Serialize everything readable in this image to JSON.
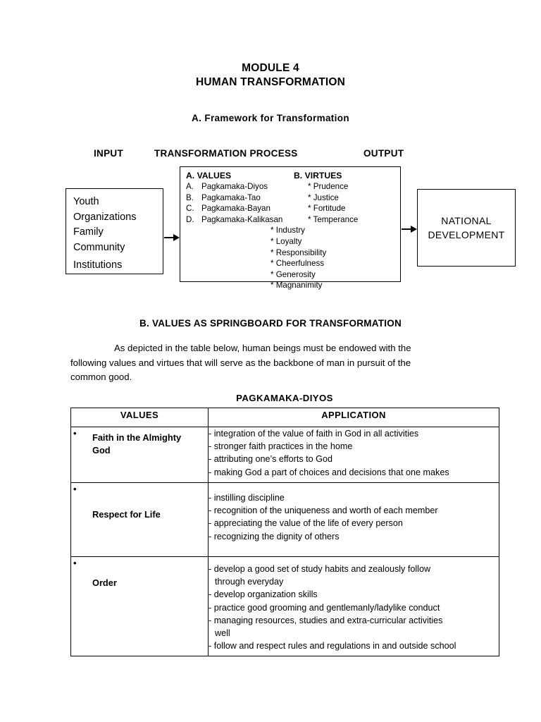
{
  "document": {
    "module_line": "MODULE 4",
    "subject_line": "HUMAN TRANSFORMATION"
  },
  "section_a": {
    "heading": "A.  Framework for Transformation",
    "flow_labels": {
      "input": "INPUT",
      "process": "TRANSFORMATION PROCESS",
      "output": "OUTPUT"
    },
    "input_box": {
      "lines": [
        "Youth",
        "Organizations",
        "Family",
        "Community",
        "Institutions"
      ]
    },
    "process_box": {
      "values_heading": "A. VALUES",
      "virtues_heading": "B. VIRTUES",
      "values": [
        {
          "letter": "A.",
          "text": "Pagkamaka-Diyos"
        },
        {
          "letter": "B.",
          "text": "Pagkamaka-Tao"
        },
        {
          "letter": "C.",
          "text": "Pagkamaka-Bayan"
        },
        {
          "letter": "D.",
          "text": "Pagkamaka-Kalikasan"
        }
      ],
      "virtues_aligned": [
        "*  Prudence",
        "* Justice",
        "* Fortitude",
        "* Temperance"
      ],
      "virtues_extra": [
        "* Industry",
        "* Loyalty",
        "* Responsibility",
        "* Cheerfulness",
        "* Generosity",
        "* Magnanimity"
      ]
    },
    "output_box": {
      "line1": "NATIONAL",
      "line2": "DEVELOPMENT"
    }
  },
  "section_b": {
    "heading": "B. VALUES AS SPRINGBOARD FOR TRANSFORMATION",
    "paragraph": "As depicted in the table below, human beings must be endowed with the following values and virtues that will serve as the backbone of man in pursuit of the common good.",
    "table_title": "PAGKAMAKA-DIYOS",
    "table": {
      "headers": [
        "VALUES",
        "APPLICATION"
      ],
      "rows": [
        {
          "value": "Faith in the Almighty\nGod",
          "bullet": "•",
          "applications": [
            {
              "text": "- integration of the value of faith in God in all activities",
              "continuation": false
            },
            {
              "text": "- stronger faith practices in the home",
              "continuation": false
            },
            {
              "text": "- attributing one’s efforts to God",
              "continuation": false
            },
            {
              "text": "- making God a part of choices and decisions that one makes",
              "continuation": false
            }
          ]
        },
        {
          "value": "Respect for Life",
          "bullet": "•",
          "applications": [
            {
              "text": "- instilling discipline",
              "continuation": false
            },
            {
              "text": "- recognition of the uniqueness and worth of each member",
              "continuation": false
            },
            {
              "text": "- appreciating the value of the life of every person",
              "continuation": false
            },
            {
              "text": "- recognizing the dignity of others",
              "continuation": false
            }
          ]
        },
        {
          "value": "Order",
          "bullet": "•",
          "applications": [
            {
              "text": "- develop a good set of study habits and zealously follow",
              "continuation": false
            },
            {
              "text": "through everyday",
              "continuation": true
            },
            {
              "text": "- develop organization skills",
              "continuation": false
            },
            {
              "text": "- practice good grooming and gentlemanly/ladylike conduct",
              "continuation": false
            },
            {
              "text": "- managing resources, studies and extra-curricular activities",
              "continuation": false
            },
            {
              "text": "well",
              "continuation": true
            },
            {
              "text": "- follow and respect rules and regulations in and outside school",
              "continuation": false
            }
          ]
        }
      ]
    }
  }
}
